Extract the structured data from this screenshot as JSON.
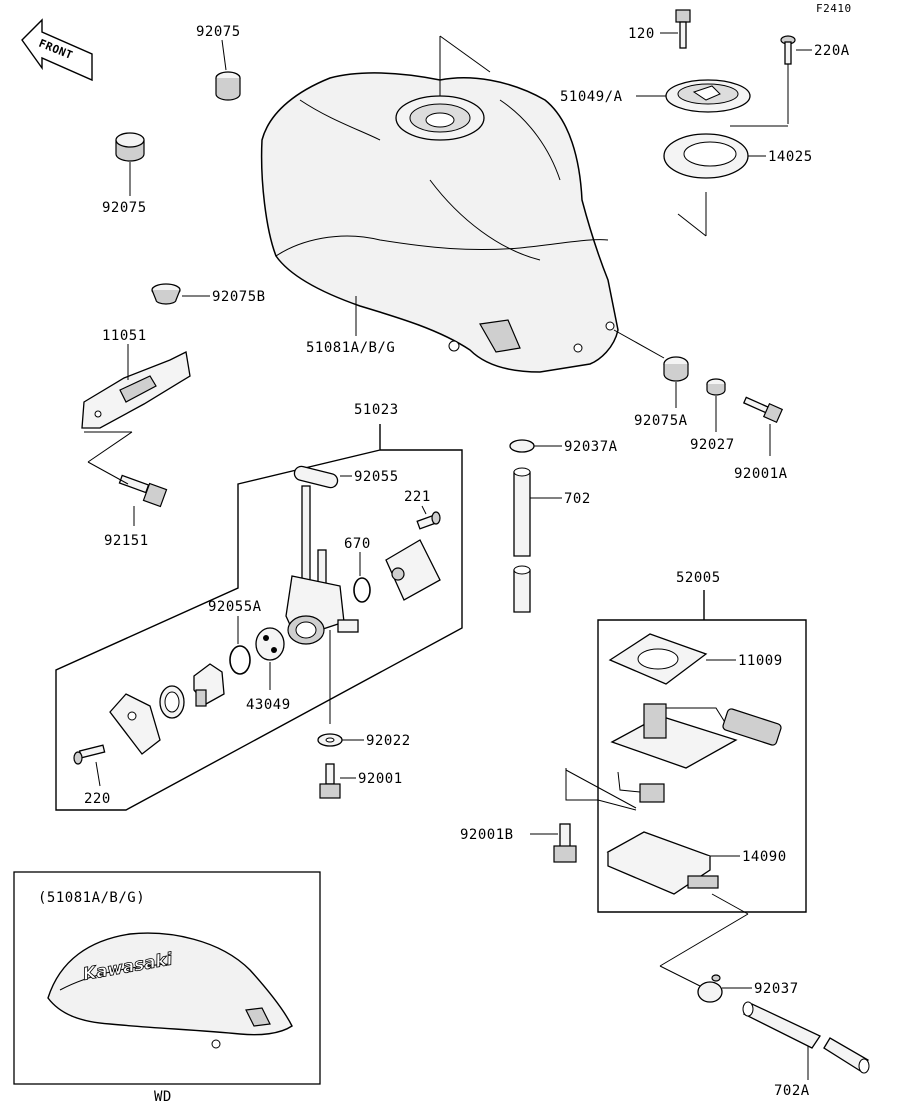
{
  "figure_id": "F2410",
  "front_label": "FRONT",
  "parts": {
    "p92075_top": "92075",
    "p92075_left": "92075",
    "p92075b": "92075B",
    "p11051": "11051",
    "p92151": "92151",
    "p51081": "51081A/B/G",
    "p120": "120",
    "p220a": "220A",
    "p51049": "51049/A",
    "p14025": "14025",
    "p92075a": "92075A",
    "p92027": "92027",
    "p92001a": "92001A",
    "p51023": "51023",
    "p92055": "92055",
    "p221": "221",
    "p670": "670",
    "p92055a": "92055A",
    "p43049": "43049",
    "p92022": "92022",
    "p92001": "92001",
    "p220": "220",
    "p92037a": "92037A",
    "p702": "702",
    "p52005": "52005",
    "p11009": "11009",
    "p92001b": "92001B",
    "p14090": "14090",
    "p92037": "92037",
    "p702a": "702A"
  },
  "inset": {
    "title": "(51081A/B/G)",
    "brand": "Kawasaki",
    "caption": "WD"
  }
}
